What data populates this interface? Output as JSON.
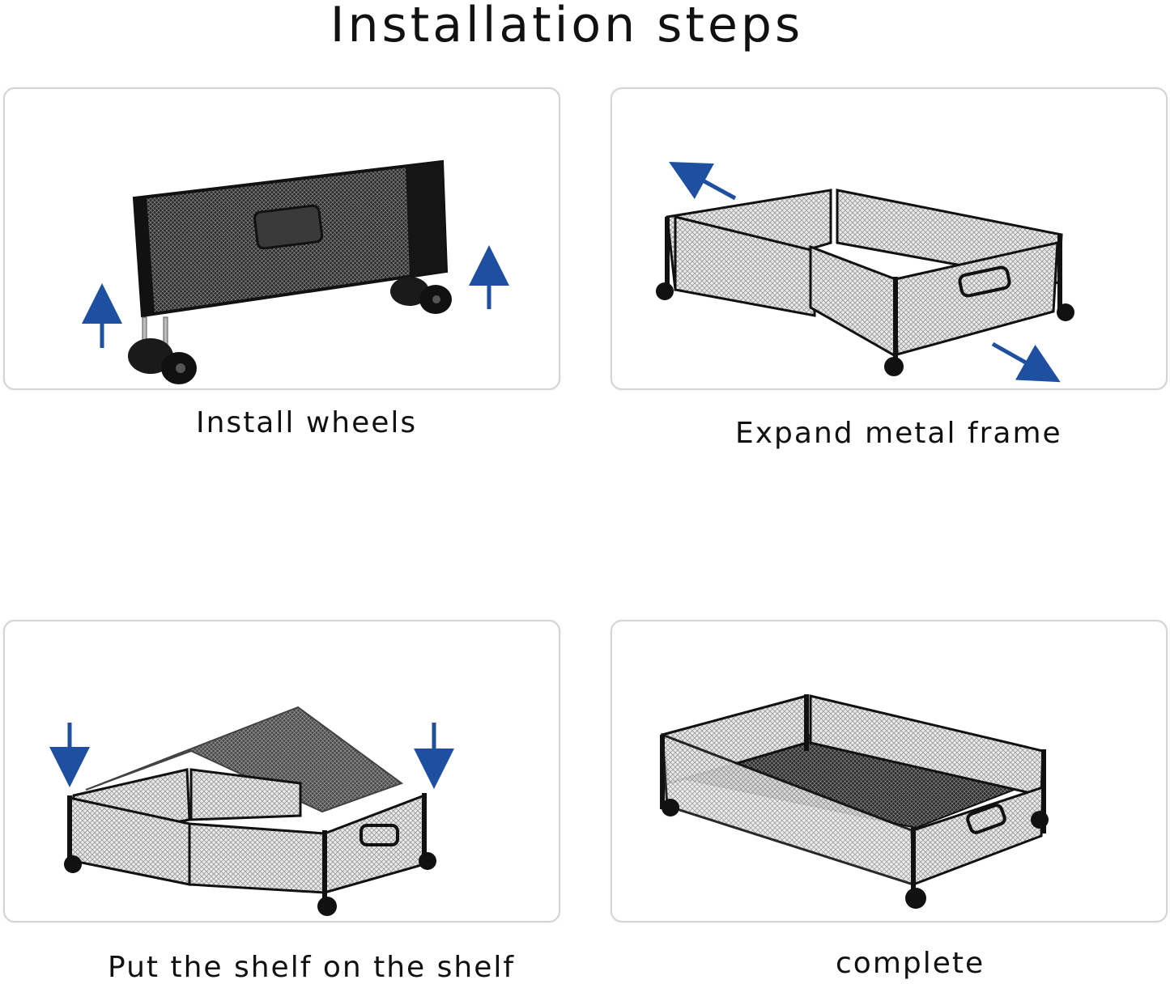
{
  "title": "Installation steps",
  "steps": [
    {
      "caption": "Install wheels",
      "figure": "wheels-install-illustration",
      "arrows": "up"
    },
    {
      "caption": "Expand metal frame",
      "figure": "frame-expand-illustration",
      "arrows": "diagonal-outward"
    },
    {
      "caption": "Put the shelf on the shelf",
      "figure": "shelf-insert-illustration",
      "arrows": "down"
    },
    {
      "caption": "complete",
      "figure": "assembled-organizer-illustration",
      "arrows": "none"
    }
  ],
  "colors": {
    "arrow": "#1f4fa0",
    "frame": "#1a1a1a",
    "mesh": "#cfcfcf",
    "panel_border": "#d4d4d4"
  }
}
